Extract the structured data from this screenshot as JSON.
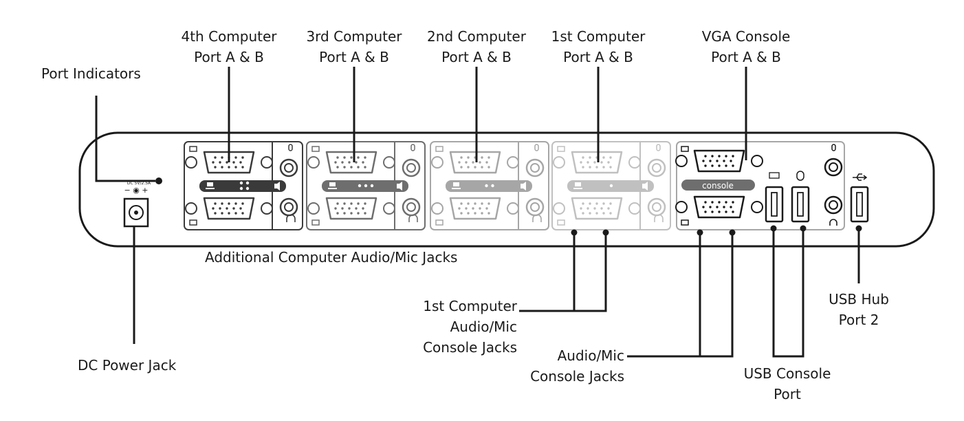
{
  "labels": {
    "port_4": [
      "4th Computer",
      "Port A & B"
    ],
    "port_3": [
      "3rd Computer",
      "Port A & B"
    ],
    "port_2": [
      "2nd Computer",
      "Port A & B"
    ],
    "port_1": [
      "1st Computer",
      "Port A & B"
    ],
    "vga_console": [
      "VGA Console",
      "Port A & B"
    ],
    "port_indicators": "Port Indicators",
    "additional_jacks": "Additional Computer Audio/Mic Jacks",
    "first_computer_jacks": [
      "1st Computer",
      "Audio/Mic",
      "Console Jacks"
    ],
    "audio_mic_console": [
      "Audio/Mic",
      "Console Jacks"
    ],
    "usb_hub": [
      "USB Hub",
      "Port 2"
    ],
    "usb_console": [
      "USB Console",
      "Port"
    ],
    "dc_power": "DC Power Jack"
  },
  "panel": {
    "console_badge": "console",
    "dc_rating": "DC 5V/2.5A",
    "polarity": "− ◉ +"
  },
  "port_groups": [
    {
      "id": "4",
      "dots": 4,
      "shade": "dark"
    },
    {
      "id": "3",
      "dots": 3,
      "shade": "mid"
    },
    {
      "id": "2",
      "dots": 2,
      "shade": "light"
    },
    {
      "id": "1",
      "dots": 1,
      "shade": "lighter"
    }
  ],
  "colors": {
    "ink": "#1a1a1a",
    "dark": "#3a3a3a",
    "mid": "#6e6e6e",
    "light": "#a6a6a6",
    "lighter": "#c0c0c0"
  }
}
